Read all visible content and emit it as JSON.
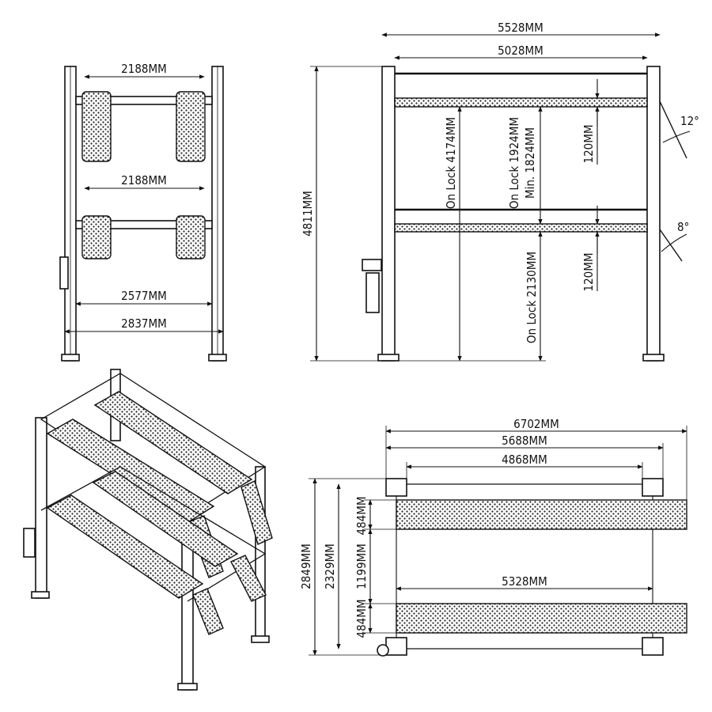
{
  "colors": {
    "line": "#111111",
    "background": "#ffffff",
    "deck_dot": "#222222"
  },
  "front_view": {
    "dims": [
      "2188MM",
      "2188MM",
      "2577MM",
      "2837MM"
    ]
  },
  "side_view": {
    "overall_width": "5528MM",
    "inner_width": "5028MM",
    "overall_height": "4811MM",
    "on_lock_upper": "On Lock 4174MM",
    "on_lock_middle_a": "On Lock 1924MM",
    "on_lock_middle_b": "Min. 1824MM",
    "deck_thickness_upper": "120MM",
    "deck_thickness_lower": "120MM",
    "on_lock_lower": "On Lock 2130MM",
    "ramp_angle_upper": "12°",
    "ramp_angle_lower": "8°"
  },
  "top_view": {
    "overall_length": "6702MM",
    "post_span": "5688MM",
    "inner_span": "4868MM",
    "runway_length": "5328MM",
    "overall_width": "2849MM",
    "inner_width": "2329MM",
    "runway_width_upper": "484MM",
    "runway_gap": "1199MM",
    "runway_width_lower": "484MM"
  },
  "iso_view": {
    "icons": [
      "lift-isometric-icon"
    ]
  }
}
